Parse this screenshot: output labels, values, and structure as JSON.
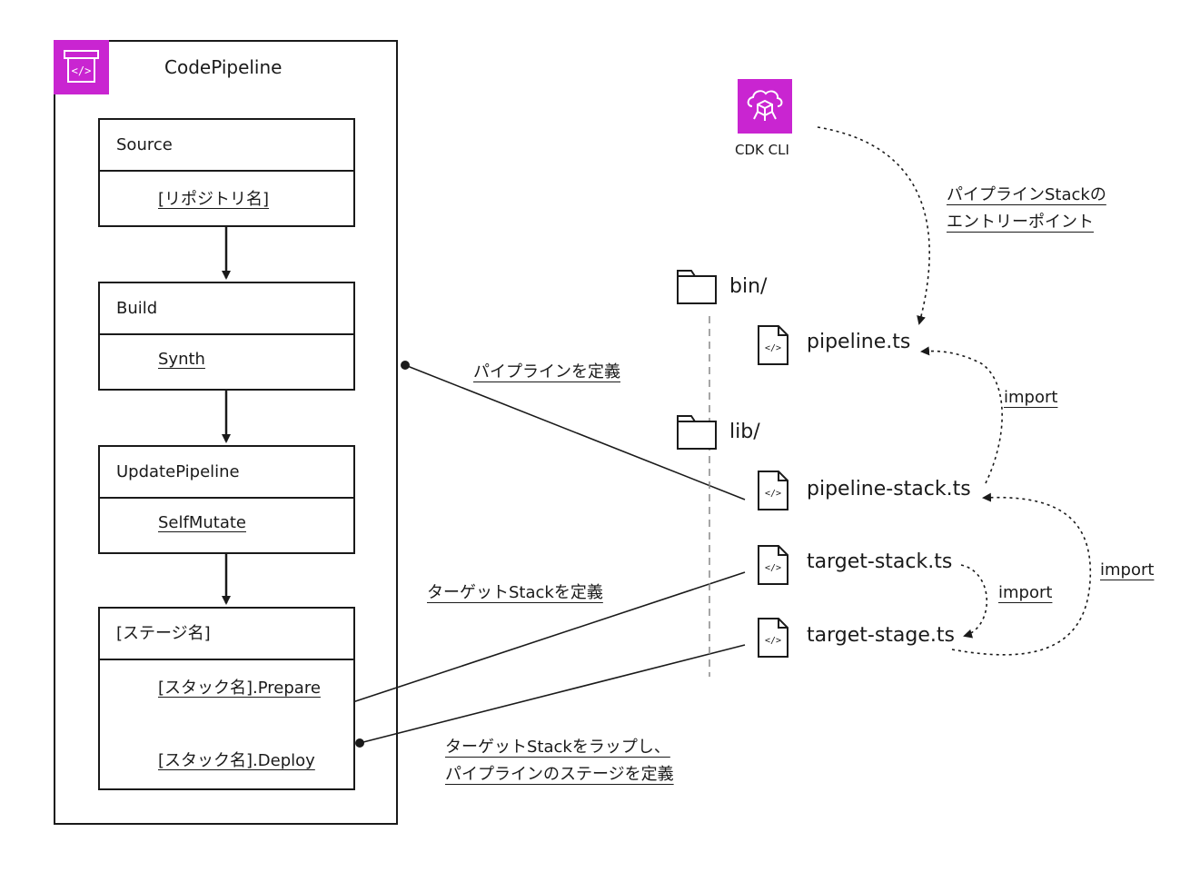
{
  "colors": {
    "accent": "#c925d1",
    "line": "#1a1a1a"
  },
  "pipeline": {
    "title": "CodePipeline",
    "icon": "codepipeline-icon",
    "stages": [
      {
        "name": "Source",
        "actions": [
          "[リポジトリ名]"
        ]
      },
      {
        "name": "Build",
        "actions": [
          "Synth"
        ]
      },
      {
        "name": "UpdatePipeline",
        "actions": [
          "SelfMutate"
        ]
      },
      {
        "name": "[ステージ名]",
        "actions": [
          "[スタック名].Prepare",
          "[スタック名].Deploy"
        ]
      }
    ]
  },
  "cdk": {
    "label": "CDK CLI",
    "icon": "cdk-cli-icon"
  },
  "folders": [
    {
      "name": "bin/",
      "icon": "folder-icon"
    },
    {
      "name": "lib/",
      "icon": "folder-icon"
    }
  ],
  "files": [
    {
      "name": "pipeline.ts",
      "icon": "code-file-icon"
    },
    {
      "name": "pipeline-stack.ts",
      "icon": "code-file-icon"
    },
    {
      "name": "target-stack.ts",
      "icon": "code-file-icon"
    },
    {
      "name": "target-stage.ts",
      "icon": "code-file-icon"
    }
  ],
  "labels": {
    "entry_line1": "パイプラインStackの",
    "entry_line2": "エントリーポイント",
    "define_pipeline": "パイプラインを定義",
    "define_target": "ターゲットStackを定義",
    "wrap_line1": "ターゲットStackをラップし、",
    "wrap_line2": "パイプラインのステージを定義",
    "import_1": "import",
    "import_2": "import",
    "import_3": "import"
  }
}
